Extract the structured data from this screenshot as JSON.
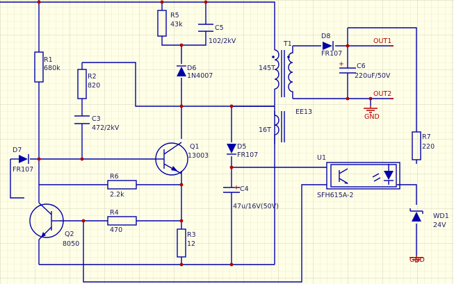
{
  "colors": {
    "background": "#ffffe8",
    "grid_minor": "#dedcc4",
    "grid_major": "#cbc8ad",
    "wire": "#0000aa",
    "junction": "#b00000",
    "power_port": "#b00000"
  },
  "components": {
    "r1": {
      "ref": "R1",
      "value": "680k"
    },
    "r2": {
      "ref": "R2",
      "value": "820"
    },
    "r3": {
      "ref": "R3",
      "value": "12"
    },
    "r4": {
      "ref": "R4",
      "value": "470"
    },
    "r5": {
      "ref": "R5",
      "value": "43k"
    },
    "r6": {
      "ref": "R6",
      "value": "2.2k"
    },
    "r7": {
      "ref": "R7",
      "value": "220"
    },
    "c3": {
      "ref": "C3",
      "value": "472/2kV"
    },
    "c4": {
      "ref": "C4",
      "value": "47u/16V(50V)"
    },
    "c5": {
      "ref": "C5",
      "value": "102/2kV"
    },
    "c6": {
      "ref": "C6",
      "value": "220uF/50V"
    },
    "d5": {
      "ref": "D5",
      "value": "FR107"
    },
    "d6": {
      "ref": "D6",
      "value": "1N4007"
    },
    "d7": {
      "ref": "D7",
      "value": "FR107"
    },
    "d8": {
      "ref": "D8",
      "value": "FR107"
    },
    "q1": {
      "ref": "Q1",
      "value": "13003"
    },
    "q2": {
      "ref": "Q2",
      "value": "8050"
    },
    "t1": {
      "ref": "T1",
      "core": "EE13",
      "primary": "145T",
      "aux": "16T"
    },
    "u1": {
      "ref": "U1",
      "value": "SFH615A-2"
    },
    "wd1": {
      "ref": "WD1",
      "value": "24V"
    }
  },
  "ports": {
    "out1": "OUT1",
    "out2": "OUT2",
    "gnd1": "GND",
    "gnd2": "GND"
  }
}
